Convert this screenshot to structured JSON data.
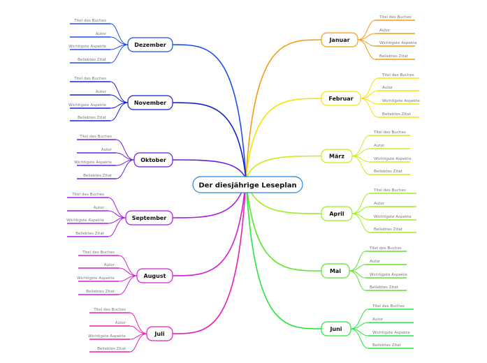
{
  "root": {
    "label": "Der diesjährige Leseplan",
    "color": "#1e88e5"
  },
  "months_right": [
    {
      "label": "Januar",
      "color": "#f39c12"
    },
    {
      "label": "Februar",
      "color": "#f5e400"
    },
    {
      "label": "März",
      "color": "#cfe81a"
    },
    {
      "label": "April",
      "color": "#9bef1b"
    },
    {
      "label": "Mai",
      "color": "#5ce52a"
    },
    {
      "label": "Juni",
      "color": "#26e63d"
    }
  ],
  "months_left": [
    {
      "label": "Dezember",
      "color": "#1e4de6"
    },
    {
      "label": "November",
      "color": "#1420d0"
    },
    {
      "label": "Oktober",
      "color": "#6a1ed8"
    },
    {
      "label": "September",
      "color": "#a61ee0"
    },
    {
      "label": "August",
      "color": "#d41ed4"
    },
    {
      "label": "Juli",
      "color": "#ec1eb0"
    }
  ],
  "leaves": [
    "Titel des Buches",
    "Autor",
    "Wichtigste Aspekte",
    "Beliebtes Zitat"
  ]
}
